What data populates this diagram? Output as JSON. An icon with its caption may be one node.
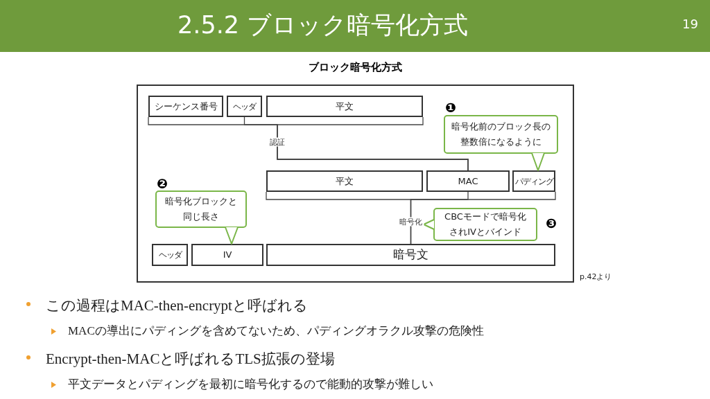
{
  "diagram": {
    "title": "2.5.2 ブロック暗号化方式",
    "nodes": [
      {
        "text": [
          "ブロック暗号化方式"
        ]
      },
      {
        "text": [
          "シーケンス番号"
        ],
        "in": 0
      },
      {
        "text": [
          "ヘッダ"
        ],
        "in": 0
      },
      {
        "text": [
          "平文"
        ],
        "in": 0
      },
      {
        "text": [
          "暗号化前のブロック長の整数倍になるように"
        ],
        "beside": [
          "❶"
        ],
        "in": 0
      },
      {
        "text": [
          "平文"
        ],
        "in": 0
      },
      {
        "text": [
          "MAC"
        ],
        "in": 0
      },
      {
        "text": [
          "パディング"
        ],
        "in": 0
      },
      {
        "text": [
          "暗号化ブロックと同じ長さ"
        ],
        "beside": [
          "❷"
        ],
        "in": 0
      },
      {
        "text": [
          "CBCモードで暗号化されIVとバインド"
        ],
        "beside": [
          "❸"
        ],
        "in": 0
      },
      {
        "text": [
          "ヘッダ"
        ],
        "in": 0
      },
      {
        "text": [
          "IV"
        ],
        "in": 0
      },
      {
        "text": [
          "暗号文"
        ],
        "in": 0
      }
    ],
    "edges": [
      {
        "from": 1,
        "to": 6,
        "arrow": "none"
      },
      {
        "from": 2,
        "to": 6,
        "arrow": "none"
      },
      {
        "from": 3,
        "to": 6,
        "arrow": "none",
        "label": "認証"
      },
      {
        "from": 5,
        "to": 12,
        "arrow": "none"
      },
      {
        "from": 6,
        "to": 12,
        "arrow": "none",
        "label": "暗号化"
      },
      {
        "from": 7,
        "to": 12,
        "arrow": "none"
      },
      {
        "from": 4,
        "to": 7,
        "arrow": "to",
        "color": "#7ab648"
      },
      {
        "from": 8,
        "to": 11,
        "arrow": "to",
        "color": "#7ab648"
      },
      {
        "from": 9,
        "to": null,
        "arrow": "to",
        "color": "#7ab648"
      }
    ],
    "labels": [
      "19",
      "p.42より",
      "この過程はMAC-then-encryptと呼ばれる",
      "MACの導出にパディングを含めてないため、パディングオラクル攻撃の危険性",
      "Encrypt-then-MACと呼ばれるTLS拡張の登場",
      "平文データとパディングを最初に暗号化するので能動的攻撃が難しい"
    ]
  }
}
